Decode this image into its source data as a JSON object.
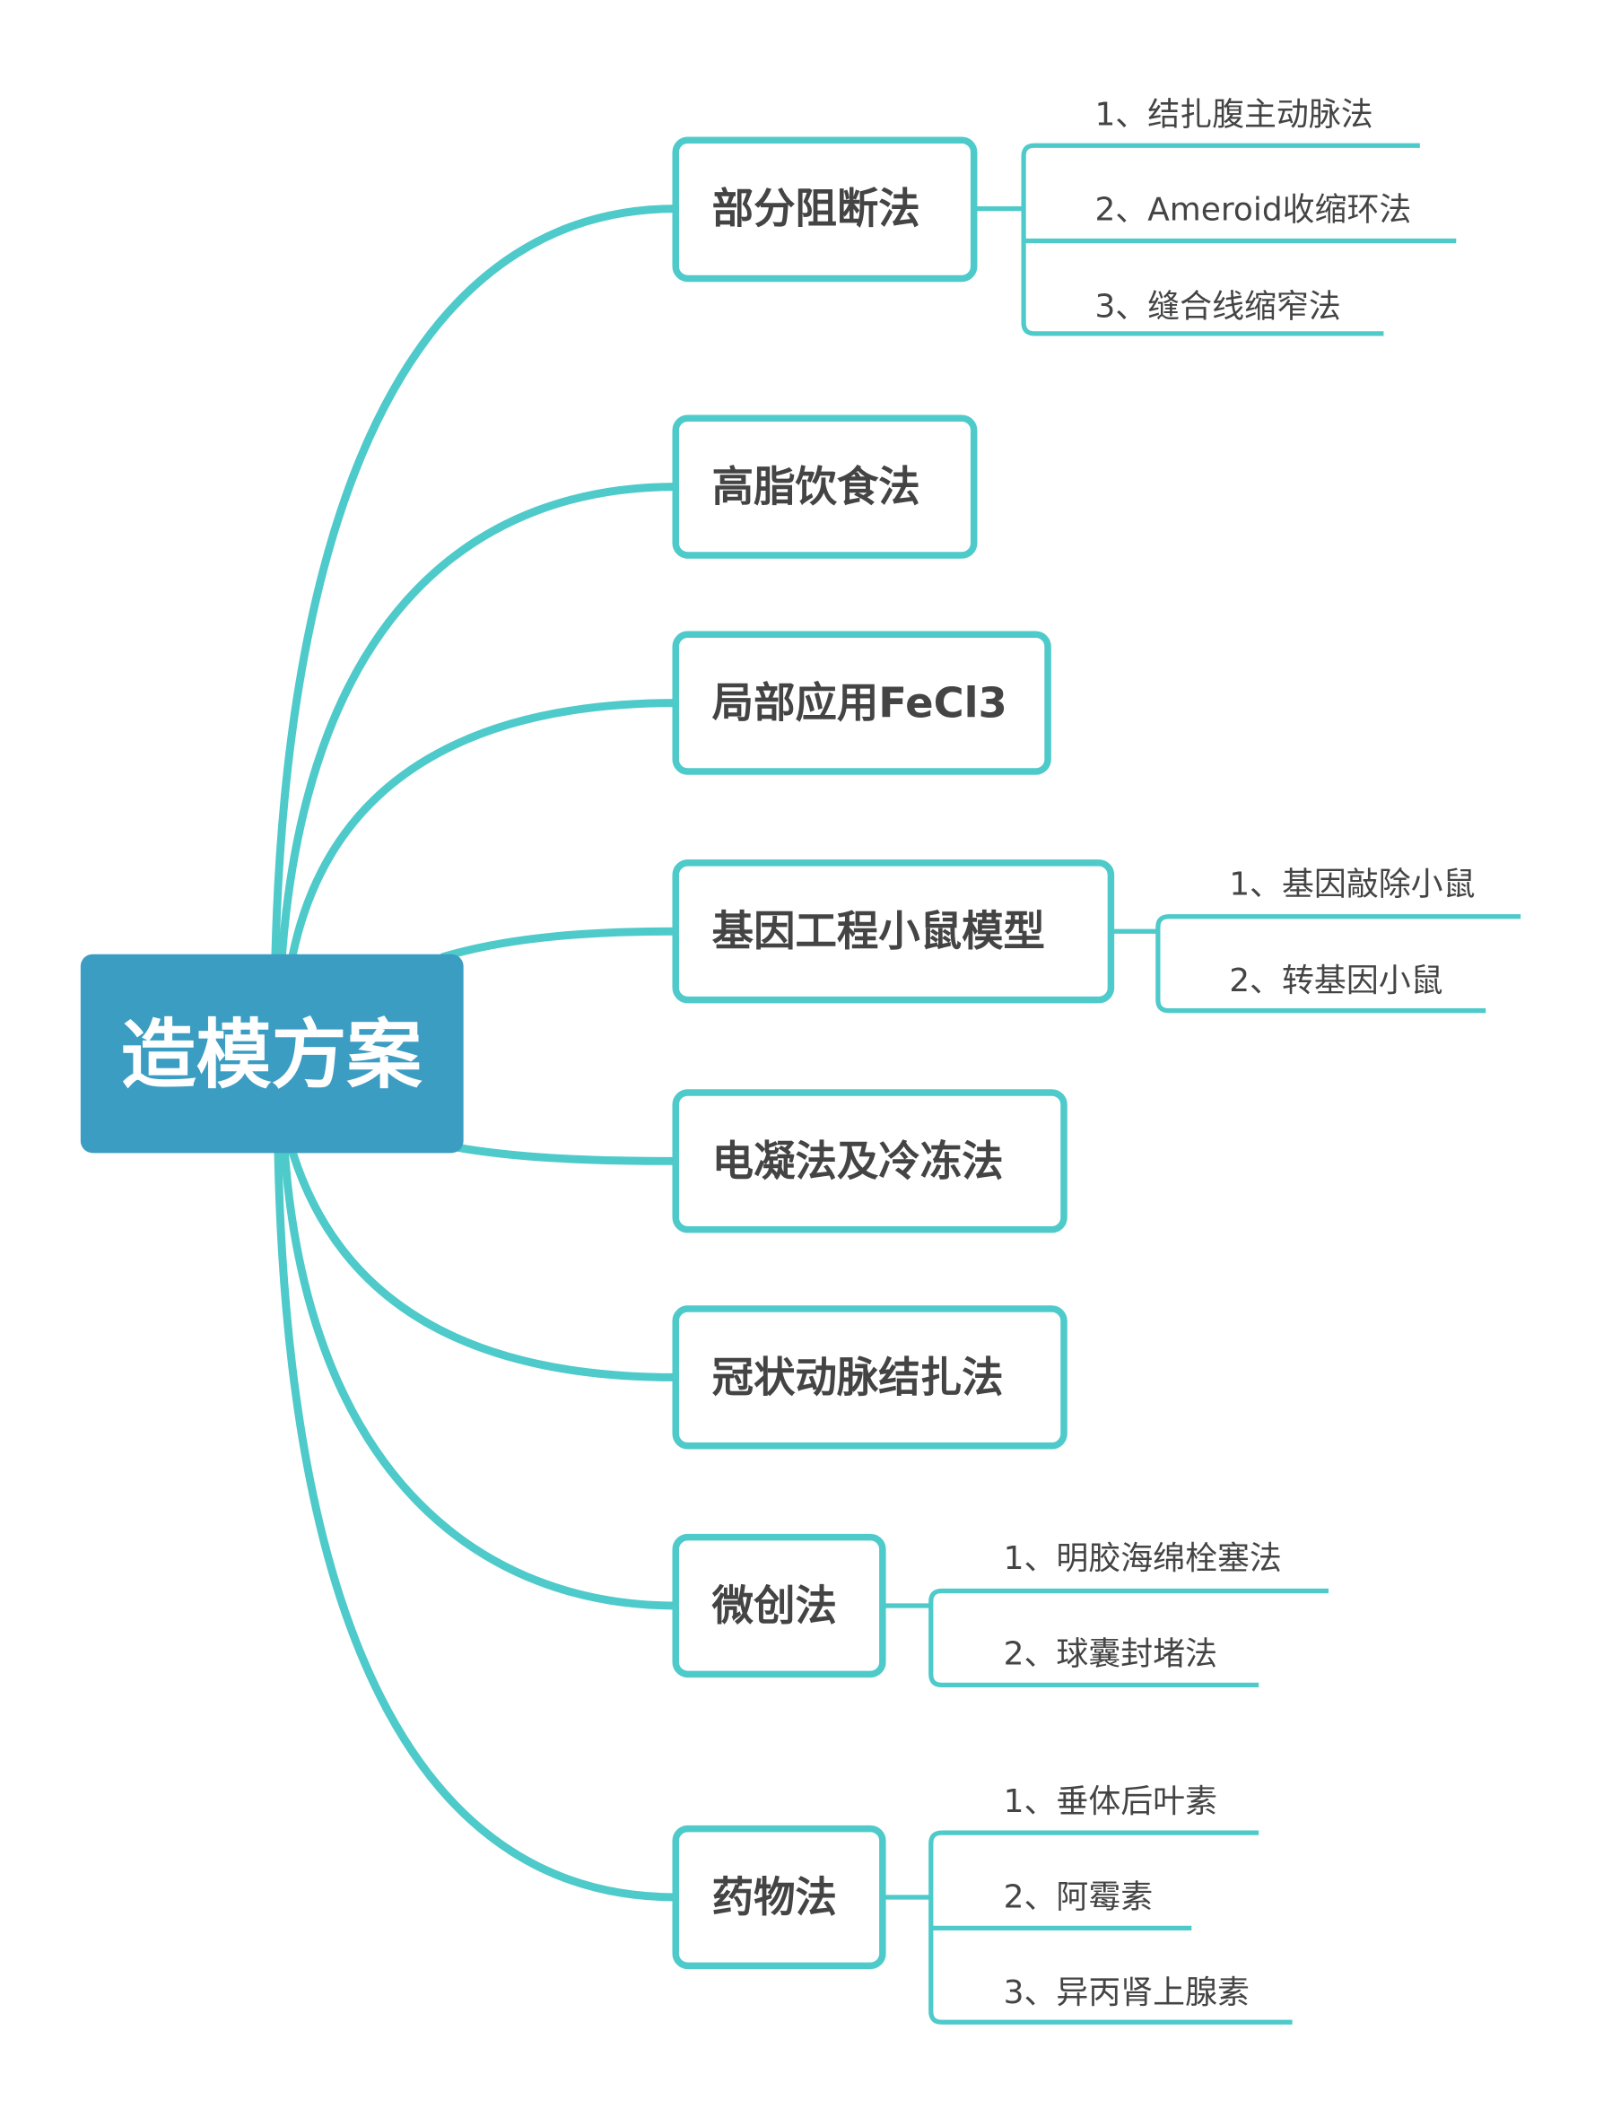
{
  "root": {
    "label": "造模方案"
  },
  "colors": {
    "branch": "#4ECACA",
    "root_fill": "#3C9DC3",
    "text": "#444444",
    "root_text": "#FFFFFF"
  },
  "nodes": [
    {
      "label": "部分阻断法",
      "children": [
        "1、结扎腹主动脉法",
        "2、Ameroid收缩环法",
        "3、缝合线缩窄法"
      ]
    },
    {
      "label": "高脂饮食法",
      "children": []
    },
    {
      "label": "局部应用FeCl3",
      "children": []
    },
    {
      "label": "基因工程小鼠模型",
      "children": [
        "1、基因敲除小鼠",
        "2、转基因小鼠"
      ]
    },
    {
      "label": "电凝法及冷冻法",
      "children": []
    },
    {
      "label": "冠状动脉结扎法",
      "children": []
    },
    {
      "label": "微创法",
      "children": [
        "1、明胶海绵栓塞法",
        "2、球囊封堵法"
      ]
    },
    {
      "label": "药物法",
      "children": [
        "1、垂体后叶素",
        "2、阿霉素",
        "3、异丙肾上腺素"
      ]
    }
  ]
}
